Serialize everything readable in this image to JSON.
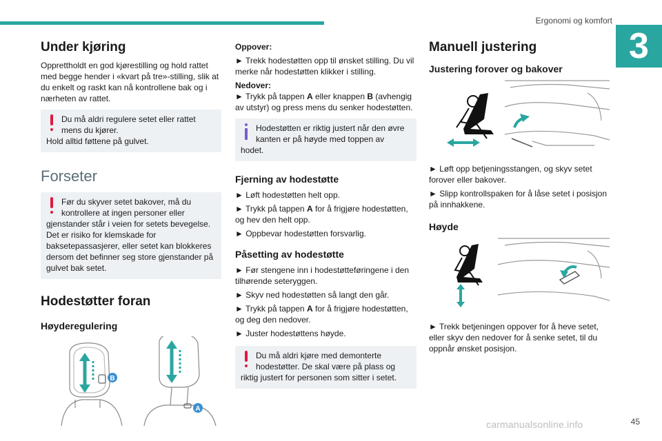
{
  "header": {
    "section": "Ergonomi og komfort",
    "chapter": "3",
    "page": "45"
  },
  "watermark": "carmanualsonline.info",
  "col1": {
    "h_driving": "Under kjøring",
    "p_driving": "Opprettholdt en god kjørestilling og hold rattet med begge hender i «kvart på tre»-stilling, slik at du enkelt og raskt kan nå kontrollene bak og i nærheten av rattet.",
    "warn1_a": "Du må aldri regulere setet eller rattet mens du kjører.",
    "warn1_b": "Hold alltid føttene på gulvet.",
    "h_front": "Forseter",
    "warn2_a": "Før du skyver setet bakover, må du kontrollere at ingen personer eller",
    "warn2_b": "gjenstander står i veien for setets bevegelse. Det er risiko for klemskade for baksetepassasjerer, eller setet kan blokkeres dersom det befinner seg store gjenstander på gulvet bak setet.",
    "h_headrest": "Hodestøtter foran",
    "h_height": "Høyderegulering",
    "label_b": "B",
    "label_a": "A"
  },
  "col2": {
    "up_label": "Oppover:",
    "up_text": "► Trekk hodestøtten opp til ønsket stilling. Du vil merke når hodestøtten klikker i stilling.",
    "down_label": "Nedover:",
    "down_text_1": "► Trykk på tappen",
    "down_a": "A",
    "down_text_2": "eller knappen",
    "down_b": "B",
    "down_text_3": "(avhengig av utstyr) og press mens du senker hodestøtten.",
    "info_a": "Hodestøtten er riktig justert når den øvre kanten er på høyde med toppen av",
    "info_b": "hodet.",
    "h_remove": "Fjerning av hodestøtte",
    "rem1": "► Løft hodestøtten helt opp.",
    "rem2_1": "► Trykk på tappen",
    "rem2_a": "A",
    "rem2_2": "for å frigjøre hodestøtten, og hev den helt opp.",
    "rem3": "► Oppbevar hodestøtten forsvarlig.",
    "h_refit": "Påsetting av hodestøtte",
    "ref1": "► Før stengene inn i hodestøtteføringene i den tilhørende seteryggen.",
    "ref2": "► Skyv ned hodestøtten så langt den går.",
    "ref3_1": "► Trykk på tappen",
    "ref3_a": "A",
    "ref3_2": "for å frigjøre hodestøtten, og deg den nedover.",
    "ref4": "► Juster hodestøttens høyde.",
    "warn_a": "Du må aldri kjøre med demonterte hodestøtter. De skal være på plass og",
    "warn_b": "riktig justert for personen som sitter i setet."
  },
  "col3": {
    "h_manual": "Manuell justering",
    "h_fwd": "Justering forover og bakover",
    "fwd1": "► Løft opp betjeningsstangen, og skyv setet forover eller bakover.",
    "fwd2": "► Slipp kontrollspaken for å låse setet i posisjon på innhakkene.",
    "h_height": "Høyde",
    "hgt1": "► Trekk betjeningen oppover for å heve setet, eller skyv den nedover for å senke setet, til du oppnår ønsket posisjon."
  },
  "colors": {
    "accent": "#2aa6a1",
    "warning": "#e3173e",
    "info": "#7a5bd0"
  }
}
